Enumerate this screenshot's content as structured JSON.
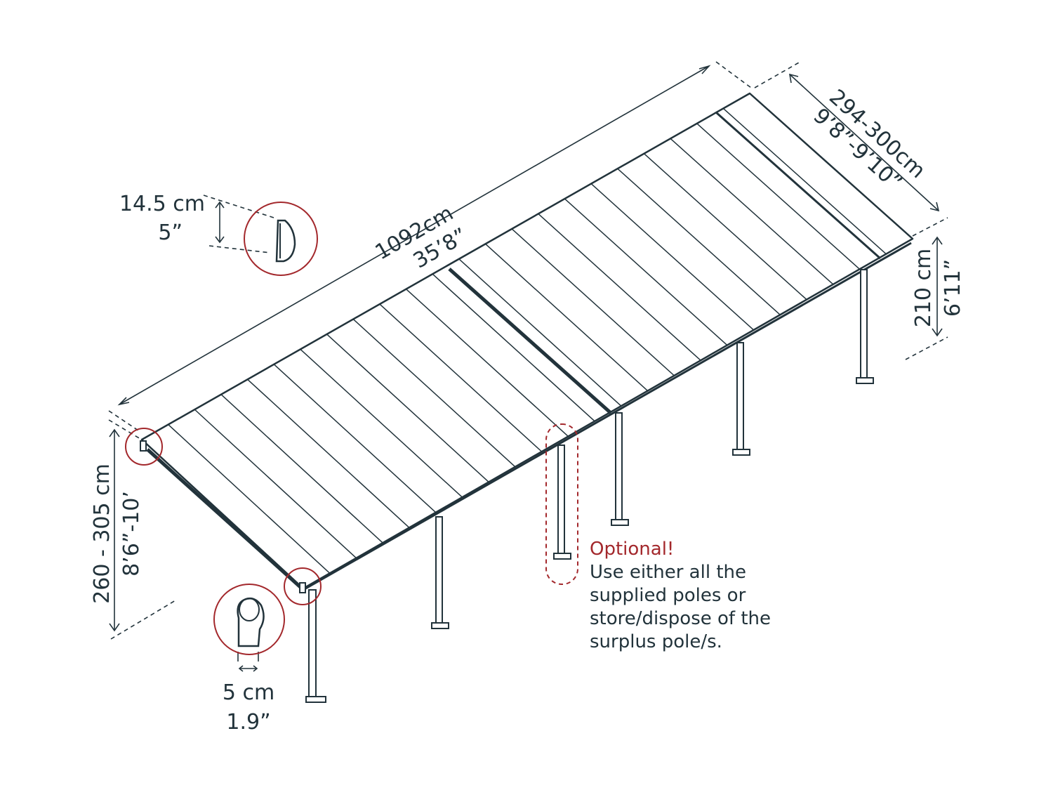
{
  "dimensions": {
    "length_cm": "1092cm",
    "length_ft": "35’8”",
    "width_cm": "294-300cm",
    "width_ft": "9’8”-9’10”",
    "back_height_cm": "210 cm",
    "back_height_ft": "6’11”",
    "front_height_cm": "260 - 305 cm",
    "front_height_ft": "8’6”-10’",
    "gutter_cm": "14.5 cm",
    "gutter_in": "5”",
    "pole_cm": "5 cm",
    "pole_in": "1.9”"
  },
  "note": {
    "title": "Optional!",
    "lines": [
      "Use either all the",
      "supplied poles or",
      "store/dispose of the",
      "surplus pole/s."
    ]
  },
  "colors": {
    "line": "#22333b",
    "highlight": "#a3282c"
  }
}
